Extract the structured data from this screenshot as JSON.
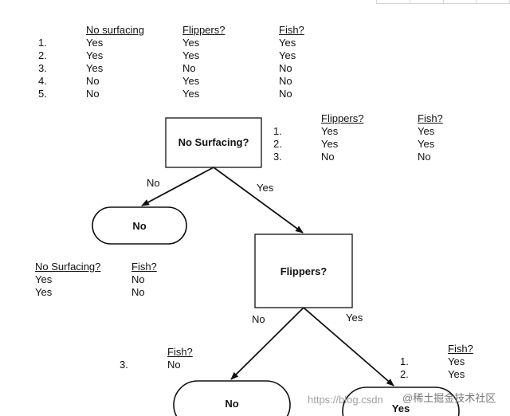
{
  "table_top": {
    "headers": [
      "No surfacing",
      "Flippers?",
      "Fish?"
    ],
    "rows": [
      {
        "num": "1.",
        "cells": [
          "Yes",
          "Yes",
          "Yes"
        ]
      },
      {
        "num": "2.",
        "cells": [
          "Yes",
          "Yes",
          "Yes"
        ]
      },
      {
        "num": "3.",
        "cells": [
          "Yes",
          "No",
          "No"
        ]
      },
      {
        "num": "4.",
        "cells": [
          "No",
          "Yes",
          "No"
        ]
      },
      {
        "num": "5.",
        "cells": [
          "No",
          "Yes",
          "No"
        ]
      }
    ]
  },
  "table_right": {
    "headers": [
      "Flippers?",
      "Fish?"
    ],
    "rows": [
      {
        "num": "1.",
        "cells": [
          "Yes",
          "Yes"
        ]
      },
      {
        "num": "2.",
        "cells": [
          "Yes",
          "Yes"
        ]
      },
      {
        "num": "3.",
        "cells": [
          "No",
          "No"
        ]
      }
    ]
  },
  "table_left": {
    "headers": [
      "No Surfacing?",
      "Fish?"
    ],
    "rows": [
      {
        "cells": [
          "Yes",
          "No"
        ]
      },
      {
        "cells": [
          "Yes",
          "No"
        ]
      }
    ]
  },
  "table_bottom_left": {
    "header": "Fish?",
    "num": "3.",
    "value": "No"
  },
  "table_bottom_right": {
    "header": "Fish?",
    "rows": [
      {
        "num": "1.",
        "value": "Yes"
      },
      {
        "num": "2.",
        "value": "Yes"
      }
    ]
  },
  "tree": {
    "root": "No Surfacing?",
    "root_edge_no": "No",
    "root_edge_yes": "Yes",
    "leaf_no": "No",
    "decision2": "Flippers?",
    "d2_edge_no": "No",
    "d2_edge_yes": "Yes",
    "leaf2_no": "No",
    "leaf2_yes": "Yes"
  },
  "watermark": {
    "url": "https://blog.csdn",
    "brand": "@稀土掘金技术社区"
  }
}
